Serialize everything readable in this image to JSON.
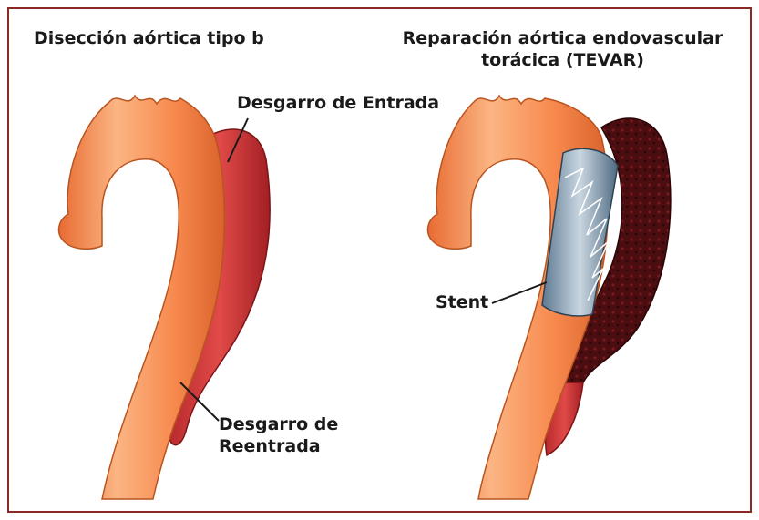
{
  "panels": {
    "left": {
      "title": "Disección aórtica tipo b",
      "entry_tear_label": "Desgarro de Entrada",
      "reentry_tear_label": [
        "Desgarro de",
        "Reentrada"
      ]
    },
    "right": {
      "title": [
        "Reparación aórtica endovascular",
        "torácica (TEVAR)"
      ],
      "stent_label": "Stent"
    }
  },
  "colors": {
    "frame": "#8b2a24",
    "aorta": "#f7894e",
    "aorta_light": "#fbb583",
    "aorta_dark": "#d9622b",
    "false_lumen": "#d63a3a",
    "false_lumen_dark": "#9e1f22",
    "thrombosed_lumen": "#4a0d10",
    "stent": "#8ea8bd"
  }
}
